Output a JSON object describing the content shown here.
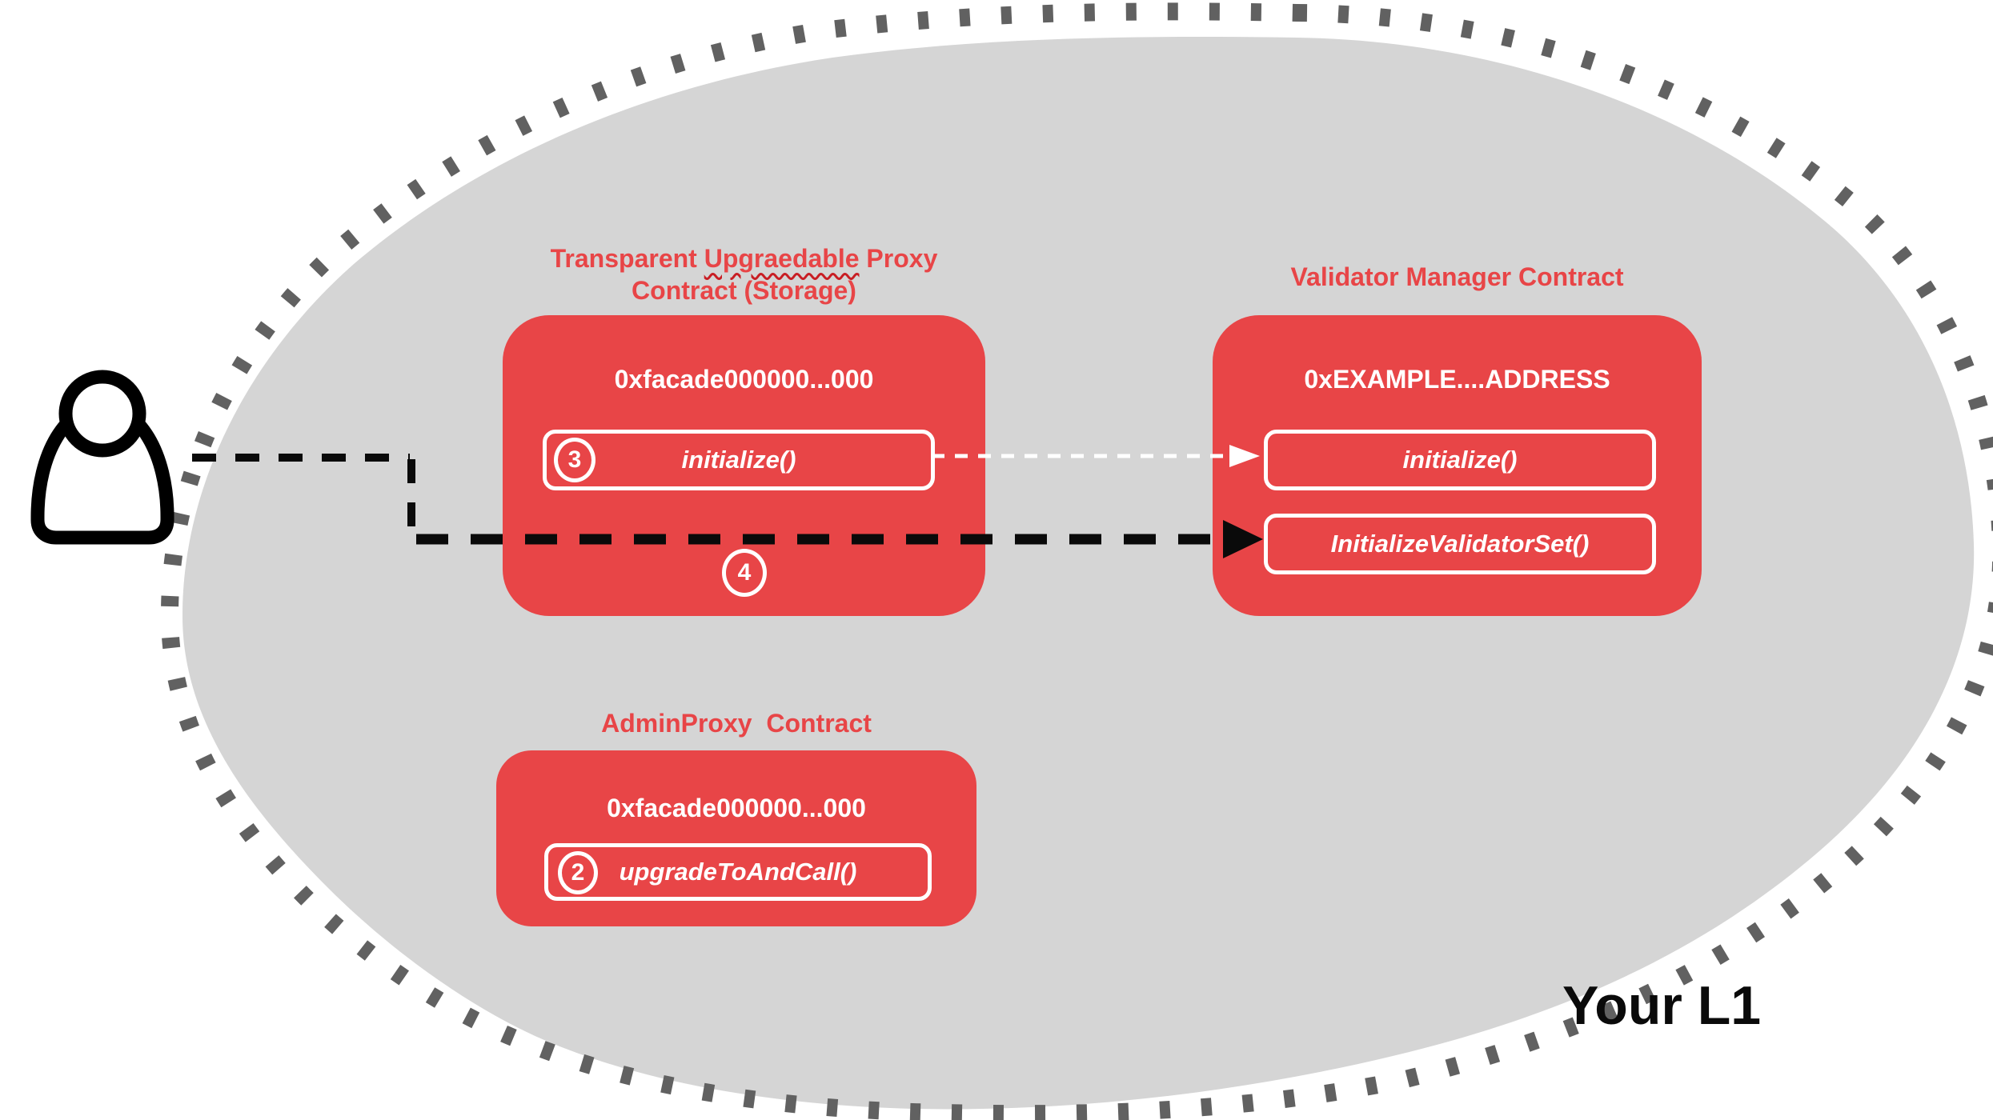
{
  "network": {
    "label": "Your L1"
  },
  "transparent_proxy": {
    "title_pre": "Transparent ",
    "title_misspelled": "Upgraedable",
    "title_post": " Proxy",
    "title_line2": "Contract (Storage)",
    "address": "0xfacade000000...000",
    "method_initialize": "initialize()",
    "step_initialize": "3",
    "step_below": "4"
  },
  "validator_manager": {
    "title": "Validator Manager Contract",
    "address": "0xEXAMPLE....ADDRESS",
    "method_initialize": "initialize()",
    "method_initialize_validator_set": "InitializeValidatorSet()"
  },
  "admin_proxy": {
    "title": "AdminProxy  Contract",
    "address": "0xfacade000000...000",
    "method_upgrade": "upgradeToAndCall()",
    "step_upgrade": "2"
  },
  "colors": {
    "contract_red": "#e84547",
    "blob_gray": "#d5d5d5",
    "dot_gray": "#616161",
    "line_black": "#0a0a0a",
    "line_white": "#ffffff"
  }
}
